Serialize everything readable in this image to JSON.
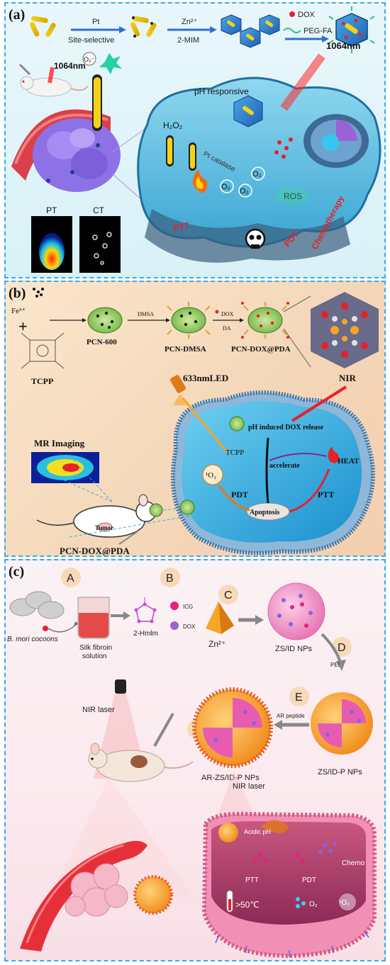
{
  "panel_a": {
    "label": "(a)",
    "step1": "Pt",
    "step1_sub": "Site-selective",
    "step2": "Zn²⁺",
    "step2_sub": "2-MIM",
    "legend_dox": "DOX",
    "legend_peg": "PEG-FA",
    "laser_left": "1064nm",
    "laser_right": "1064nm",
    "o2_minus": "O₂⁻",
    "ph_responsive": "pH responsive",
    "h2o2": "H₂O₂",
    "pt_catalase": "Pt catalase",
    "o2_a": "O₂",
    "o2_b": "O₂",
    "o2_c": "O₂",
    "ros": "ROS",
    "ptt": "PTT",
    "pdt": "PDT",
    "chemo": "Chemotherapy",
    "pt_img": "PT",
    "ct_img": "CT"
  },
  "panel_b": {
    "label": "(b)",
    "fe": "Fe³⁺",
    "tcpp": "TCPP",
    "pcn600": "PCN-600",
    "dmsa": "DMSA",
    "pcn_dmsa": "PCN-DMSA",
    "dox": "DOX",
    "da": "DA",
    "pcn_dox_pda": "PCN-DOX@PDA",
    "led": "633nmLED",
    "nir": "NIR",
    "mr": "MR Imaging",
    "tcpp2": "TCPP",
    "ph_dox": "pH induced DOX release",
    "accelerate": "accelerate",
    "heat": "HEAT",
    "o2": "¹O₂",
    "pdt": "PDT",
    "ptt": "PTT",
    "apoptosis": "Apoptosis",
    "tumor": "Tumor",
    "bottom": "PCN-DOX@PDA"
  },
  "panel_c": {
    "label": "(c)",
    "step_a": "A",
    "step_b": "B",
    "step_c": "C",
    "step_d": "D",
    "step_e": "E",
    "step_f": "F",
    "cocoons": "B. mori cocoons",
    "silk1": "Silk fibroin",
    "silk2": "solution",
    "hmim": "2-Hmlm",
    "icg": "ICG",
    "dox": "DOX",
    "zn": "Zn²⁺",
    "zs_id": "ZS/ID NPs",
    "pei": "PEI",
    "ar_peptide": "AR peptide",
    "zs_id_p": "ZS/ID-P NPs",
    "ar_zs": "AR-ZS/ID-P NPs",
    "nir1": "NIR laser",
    "nir2": "NIR laser",
    "acidic": "Acidic pH",
    "chemo": "Chemo",
    "ptt": "PTT",
    "pdt": "PDT",
    "temp": ">50℃",
    "o2": "O₂",
    "o2b": "¹O₂"
  },
  "colors": {
    "dashed_border": "#33aaff",
    "arrow_blue": "#2f6fd0",
    "ptt_red": "#e8202a",
    "accent_orange": "#f5a623"
  }
}
